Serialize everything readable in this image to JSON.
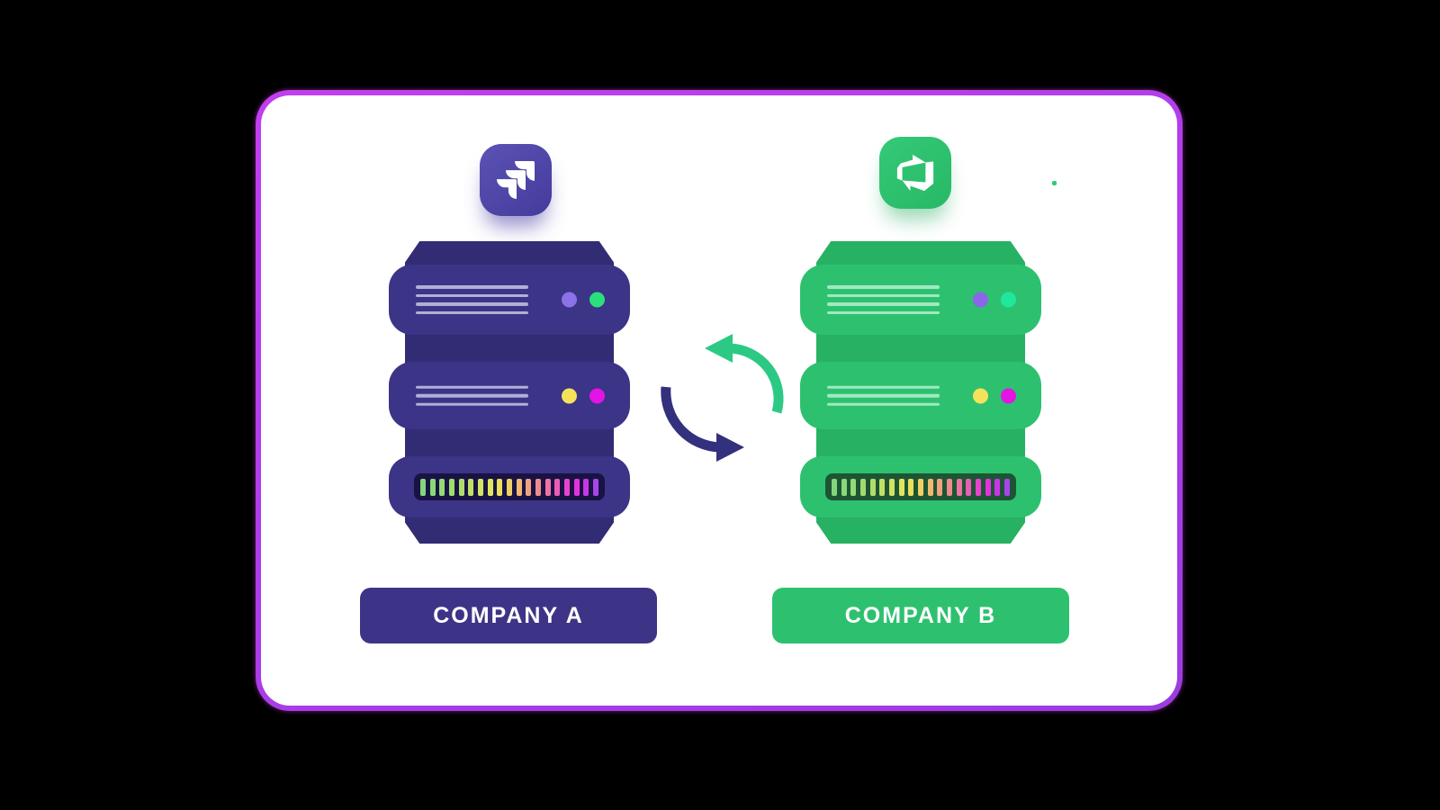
{
  "theme": {
    "canvas_bg": "#000000",
    "card_bg": "#ffffff",
    "card_border_from": "#c23ef0",
    "card_border_to": "#9b3ce0",
    "sync_up_color": "#2cc985",
    "sync_down_color": "#33307e",
    "speck_color": "#2ecc71"
  },
  "icons": {
    "jira": {
      "label": "Jira app icon",
      "bg_from": "#5b53b4",
      "bg_to": "#443b9c",
      "glyph": "#ffffff"
    },
    "azure_devops": {
      "label": "Azure DevOps app icon",
      "bg_from": "#33ca77",
      "bg_to": "#28b866",
      "glyph": "#ffffff"
    }
  },
  "led_colors": [
    "#83d67e",
    "#8bd879",
    "#95da74",
    "#a2dc6f",
    "#b1de6a",
    "#c2e065",
    "#d2e261",
    "#e2e45d",
    "#ecdf5b",
    "#f0cf63",
    "#f0b96f",
    "#efa27d",
    "#ee8b8f",
    "#ed73a3",
    "#eb5bb8",
    "#e943cd",
    "#e232e0",
    "#c936e8",
    "#a845ea"
  ],
  "servers": {
    "left": {
      "label": "COMPANY A",
      "body": "#3b3487",
      "backing": "#322c74",
      "panel": "#181343",
      "line": "rgba(205,208,235,0.8)",
      "pill": "#3d3487",
      "pill_text": "#ffffff",
      "drawer1": {
        "lines": 4,
        "dots": [
          "#8b72e8",
          "#2bdf7c"
        ]
      },
      "drawer2": {
        "lines": 3,
        "dots": [
          "#f6e25a",
          "#e414e4"
        ]
      },
      "drawer3": {
        "led": true
      }
    },
    "right": {
      "label": "COMPANY B",
      "body": "#2dc16f",
      "backing": "#27b163",
      "panel": "#1d5434",
      "line": "rgba(224,255,238,0.65)",
      "pill": "#2dc16f",
      "pill_text": "#ffffff",
      "drawer1": {
        "lines": 4,
        "dots": [
          "#8b66e9",
          "#1fe89b"
        ]
      },
      "drawer2": {
        "lines": 3,
        "dots": [
          "#f6e25a",
          "#e414e4"
        ]
      },
      "drawer3": {
        "led": true
      }
    }
  }
}
